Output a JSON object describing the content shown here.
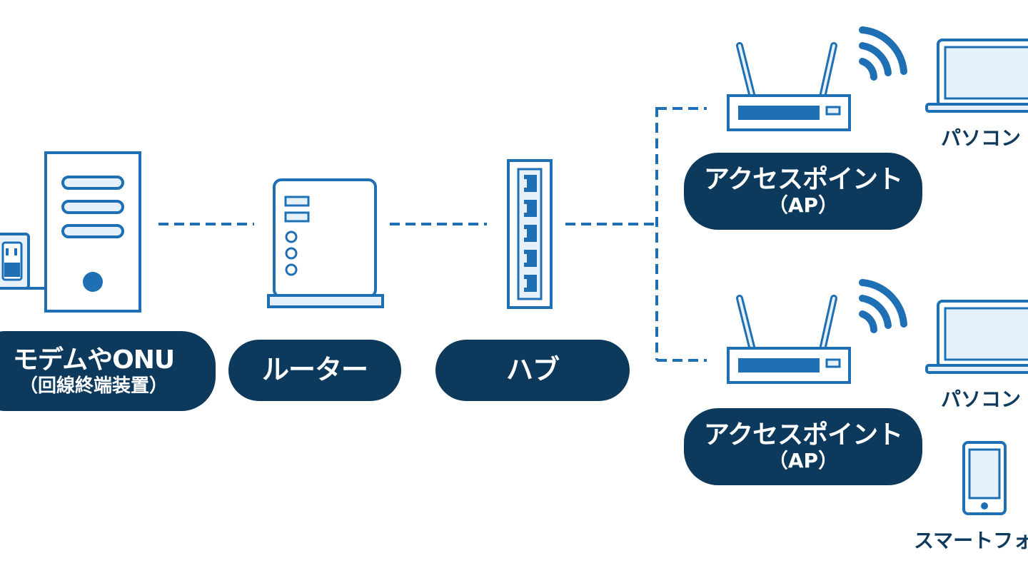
{
  "colors": {
    "navy": "#0d3a5c",
    "blue": "#1f6fb5",
    "light_fill": "#e6f1fb",
    "device_fill": "#ffffff"
  },
  "nodes": {
    "modem": {
      "label": "モデムやONU",
      "sub": "（回線終端装置）",
      "icon": "modem-tower-icon"
    },
    "router": {
      "label": "ルーター",
      "icon": "router-box-icon"
    },
    "hub": {
      "label": "ハブ",
      "icon": "hub-ports-icon"
    },
    "ap_top": {
      "label": "アクセスポイント",
      "sub": "（AP）",
      "icon": "wireless-ap-icon"
    },
    "ap_bottom": {
      "label": "アクセスポイント",
      "sub": "（AP）",
      "icon": "wireless-ap-icon"
    }
  },
  "clients": {
    "pc_top": {
      "label": "パソコン",
      "icon": "laptop-icon"
    },
    "pc_bottom": {
      "label": "パソコン",
      "icon": "laptop-icon"
    },
    "phone": {
      "label": "スマートフォ",
      "icon": "smartphone-icon"
    }
  }
}
